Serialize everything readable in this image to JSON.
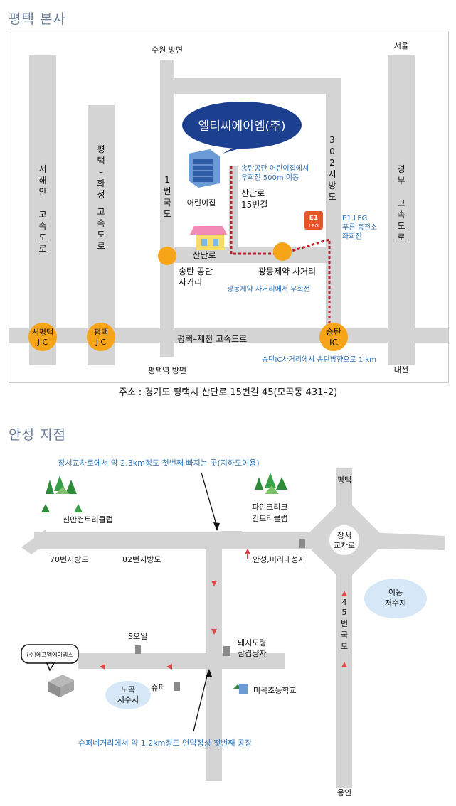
{
  "sections": {
    "pyeongtaek_title": "평택 본사",
    "anseong_title": "안성 지점"
  },
  "map1": {
    "top_label": "수원 방면",
    "seoul": "서울",
    "daejeon": "대전",
    "bottom_label": "평택역 방면",
    "company_bubble": "엘티씨에이엠(주)",
    "daycare": "어린이집",
    "daycare_note1": "송탄공단 어린이집에서",
    "daycare_note2": "우회전 500m 이동",
    "road_15_1": "산단로",
    "road_15_2": "15번길",
    "route302": [
      "3",
      "0",
      "2",
      "지",
      "방",
      "도"
    ],
    "e1_note1": "E1 LPG",
    "e1_note2": "푸른 충전소",
    "e1_note3": "좌회전",
    "e1_logo": "E1",
    "e1_lpg": "LPG",
    "route1": [
      "1",
      "번",
      "국",
      "도"
    ],
    "sandan": "산단로",
    "songtan_int1": "송탄 공단",
    "songtan_int2": "사거리",
    "gwangdong_int": "광동제약 사거리",
    "gwangdong_note": "광동제약 사거리에서 우회전",
    "west_coast": [
      "서",
      "해",
      "안",
      "고",
      "속",
      "도",
      "로"
    ],
    "pyeonghwa": [
      "평",
      "택",
      "–",
      "화",
      "성",
      "고",
      "속",
      "도",
      "로"
    ],
    "gyeongbu": [
      "경",
      "부",
      "고",
      "속",
      "도",
      "로"
    ],
    "jc1_a": "서평택",
    "jc1_b": "J C",
    "jc2_a": "평택",
    "jc2_b": "J C",
    "ic_a": "송탄",
    "ic_b": "IC",
    "expressway": "평택–제천 고속도로",
    "ic_note": "송탄IC사거리에서 송탄방향으로 1 km",
    "address": "주소 : 경기도 평택시 산단로 15번길 45(모곡동 431–2)"
  },
  "map2": {
    "top_note": "장서교차로에서 약 2.3km정도 첫번째 빠지는 곳(지하도이용)",
    "pyeongtaek": "평택",
    "sinan": "신안컨트리클럽",
    "pinecreek1": "파인크리크",
    "pinecreek2": "컨트리클럽",
    "road70": "70번지방도",
    "road82": "82번지방도",
    "anseong_sign": "안성,미리내성지",
    "jangseo1": "장서",
    "jangseo2": "교차로",
    "idong1": "이동",
    "idong2": "저수지",
    "route45": [
      "4",
      "5",
      "번",
      "국",
      "도"
    ],
    "s_oil": "S오일",
    "pork1": "돼지도령",
    "pork2": "삼겹냥자",
    "company_box": "(주)에프엠에이엠스",
    "super": "슈퍼",
    "nogok1": "노곡",
    "nogok2": "저수지",
    "migok": "미곡초등학교",
    "bottom_note": "슈퍼네거리에서 약 1.2km정도 언덕정상 첫번째 공장",
    "yongin": "용인"
  },
  "colors": {
    "road": "#d4d4d4",
    "orange": "#f6a418",
    "route": "#c0202a",
    "note_blue": "#2e72b8",
    "bubble": "#1d3f8f",
    "lake": "#d6e8f7",
    "arrow_red": "#e0454a"
  }
}
